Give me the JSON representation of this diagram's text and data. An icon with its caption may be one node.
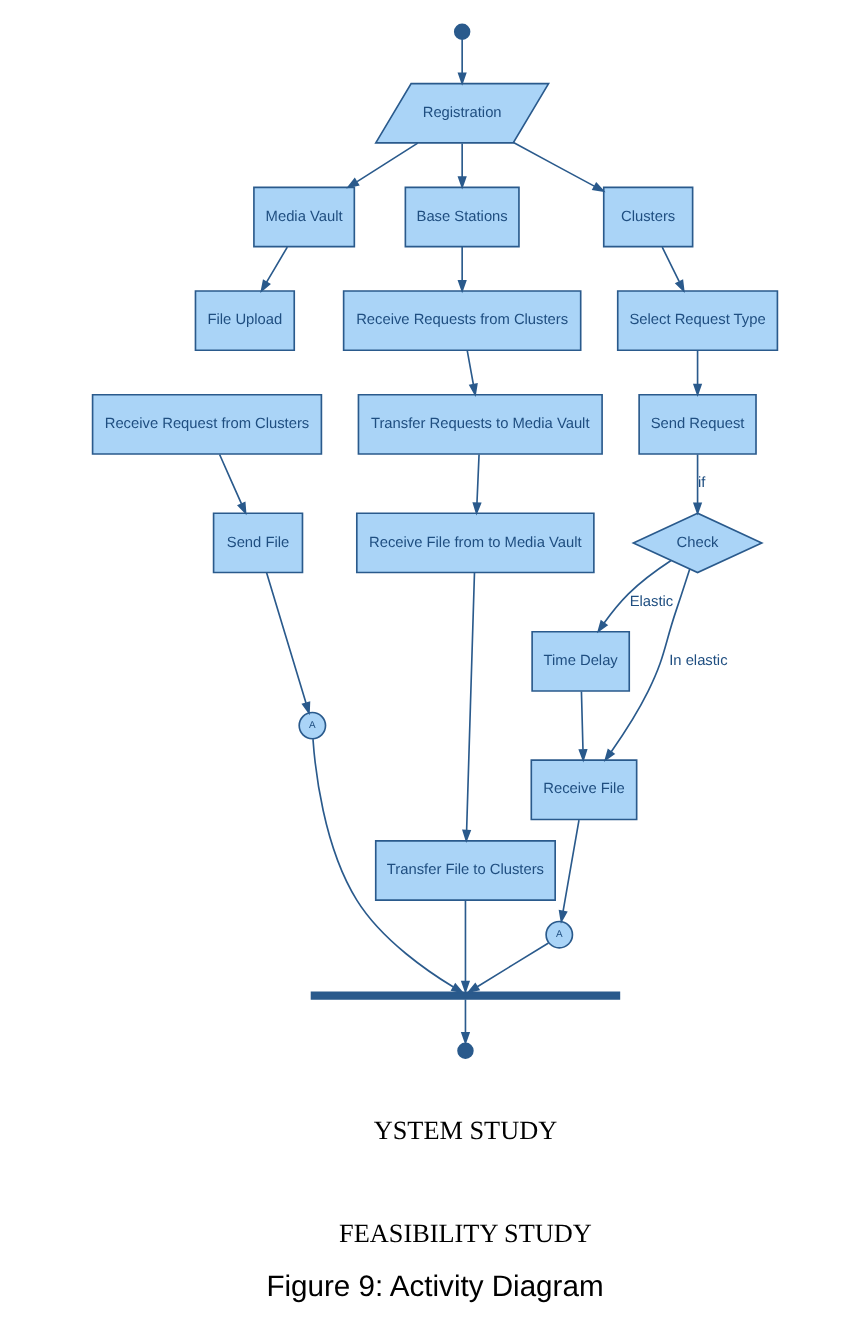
{
  "diagram": {
    "caption": "Figure 9: Activity Diagram",
    "nodes": [
      {
        "text": [],
        "shape": "circle"
      },
      {
        "text": [
          "Registration"
        ]
      },
      {
        "text": [
          "Media Vault"
        ]
      },
      {
        "text": [
          "Base Stations"
        ]
      },
      {
        "text": [
          "Clusters"
        ]
      },
      {
        "text": [
          "File Upload"
        ]
      },
      {
        "text": [
          "Receive Request from Clusters"
        ]
      },
      {
        "text": [
          "Send File"
        ]
      },
      {
        "text": [
          "A"
        ]
      },
      {
        "text": [
          "Receive Requests from Clusters"
        ]
      },
      {
        "text": [
          "Transfer Requests to Media Vault"
        ]
      },
      {
        "text": [
          "Receive File from to Media Vault"
        ]
      },
      {
        "text": [
          "Transfer File to Clusters"
        ]
      },
      {
        "text": [
          "Select Request Type"
        ]
      },
      {
        "text": [
          "Send Request"
        ]
      },
      {
        "text": [
          "Check"
        ]
      },
      {
        "text": [
          "Time Delay"
        ]
      },
      {
        "text": [
          "Receive File"
        ]
      },
      {
        "text": [
          "A"
        ]
      },
      {
        "text": [],
        "shape": "bar"
      },
      {
        "text": [],
        "shape": "circle"
      }
    ],
    "edges": [
      {
        "from": 0,
        "to": 1,
        "arrow": "to"
      },
      {
        "from": 1,
        "to": 2,
        "arrow": "to"
      },
      {
        "from": 1,
        "to": 3,
        "arrow": "to"
      },
      {
        "from": 1,
        "to": 4,
        "arrow": "to"
      },
      {
        "from": 2,
        "to": 5,
        "arrow": "to"
      },
      {
        "from": 6,
        "to": 7,
        "arrow": "to"
      },
      {
        "from": 7,
        "to": 8,
        "arrow": "to"
      },
      {
        "from": 8,
        "to": 19,
        "arrow": "to"
      },
      {
        "from": 3,
        "to": 9,
        "arrow": "to"
      },
      {
        "from": 9,
        "to": 10,
        "arrow": "to"
      },
      {
        "from": 10,
        "to": 11,
        "arrow": "to"
      },
      {
        "from": 11,
        "to": 12,
        "arrow": "to"
      },
      {
        "from": 12,
        "to": 19,
        "arrow": "to"
      },
      {
        "from": 4,
        "to": 13,
        "arrow": "to"
      },
      {
        "from": 13,
        "to": 14,
        "arrow": "to"
      },
      {
        "from": 14,
        "to": 15,
        "arrow": "to",
        "label": "if"
      },
      {
        "from": 15,
        "to": 16,
        "arrow": "to",
        "label": "Elastic"
      },
      {
        "from": 15,
        "to": 17,
        "arrow": "to",
        "label": "In elastic"
      },
      {
        "from": 16,
        "to": 17,
        "arrow": "to"
      },
      {
        "from": 17,
        "to": 18,
        "arrow": "to"
      },
      {
        "from": 18,
        "to": 19,
        "arrow": "to"
      },
      {
        "from": 19,
        "to": 20,
        "arrow": "to"
      }
    ],
    "labels": [
      "YSTEM STUDY",
      "FEASIBILITY STUDY"
    ]
  }
}
